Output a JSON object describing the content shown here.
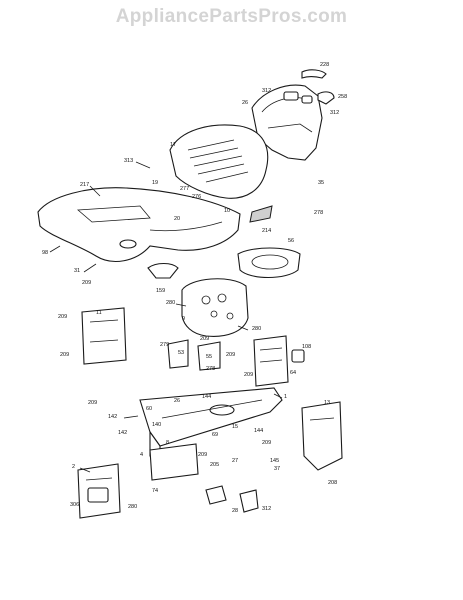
{
  "watermark": "AppliancePartsPros.com",
  "callouts": [
    {
      "id": "c228",
      "text": "228"
    },
    {
      "id": "c312a",
      "text": "312"
    },
    {
      "id": "c26",
      "text": "26"
    },
    {
      "id": "c258",
      "text": "258"
    },
    {
      "id": "c312b",
      "text": "312"
    },
    {
      "id": "c17",
      "text": "17"
    },
    {
      "id": "c313",
      "text": "313"
    },
    {
      "id": "c19",
      "text": "19"
    },
    {
      "id": "c277",
      "text": "277"
    },
    {
      "id": "c276",
      "text": "276"
    },
    {
      "id": "c217",
      "text": "217"
    },
    {
      "id": "c35",
      "text": "35"
    },
    {
      "id": "c278",
      "text": "278"
    },
    {
      "id": "c10",
      "text": "10"
    },
    {
      "id": "c20",
      "text": "20"
    },
    {
      "id": "c214",
      "text": "214"
    },
    {
      "id": "c98",
      "text": "98"
    },
    {
      "id": "c56",
      "text": "56"
    },
    {
      "id": "c31",
      "text": "31"
    },
    {
      "id": "c209a",
      "text": "209"
    },
    {
      "id": "c159",
      "text": "159"
    },
    {
      "id": "c280a",
      "text": "280"
    },
    {
      "id": "c209b",
      "text": "209"
    },
    {
      "id": "c11",
      "text": "11"
    },
    {
      "id": "c9",
      "text": "9"
    },
    {
      "id": "c280b",
      "text": "280"
    },
    {
      "id": "c279",
      "text": "279"
    },
    {
      "id": "c53",
      "text": "53"
    },
    {
      "id": "c209c",
      "text": "209"
    },
    {
      "id": "c55",
      "text": "55"
    },
    {
      "id": "c209d",
      "text": "209"
    },
    {
      "id": "c209e",
      "text": "209"
    },
    {
      "id": "c108",
      "text": "108"
    },
    {
      "id": "c64",
      "text": "64"
    },
    {
      "id": "c278b",
      "text": "278"
    },
    {
      "id": "c209f",
      "text": "209"
    },
    {
      "id": "c1",
      "text": "1"
    },
    {
      "id": "c13",
      "text": "13"
    },
    {
      "id": "c26b",
      "text": "26"
    },
    {
      "id": "c144",
      "text": "144"
    },
    {
      "id": "c209g",
      "text": "209"
    },
    {
      "id": "c60",
      "text": "60"
    },
    {
      "id": "c142a",
      "text": "142"
    },
    {
      "id": "c140",
      "text": "140"
    },
    {
      "id": "c142b",
      "text": "142"
    },
    {
      "id": "c15",
      "text": "15"
    },
    {
      "id": "c69",
      "text": "69"
    },
    {
      "id": "c144b",
      "text": "144"
    },
    {
      "id": "c8",
      "text": "8"
    },
    {
      "id": "c209h",
      "text": "209"
    },
    {
      "id": "c4",
      "text": "4"
    },
    {
      "id": "c209i",
      "text": "209"
    },
    {
      "id": "c205",
      "text": "205"
    },
    {
      "id": "c2",
      "text": "2"
    },
    {
      "id": "c27",
      "text": "27"
    },
    {
      "id": "c145",
      "text": "145"
    },
    {
      "id": "c37",
      "text": "37"
    },
    {
      "id": "c208",
      "text": "208"
    },
    {
      "id": "c306",
      "text": "306"
    },
    {
      "id": "c74",
      "text": "74"
    },
    {
      "id": "c280c",
      "text": "280"
    },
    {
      "id": "c28",
      "text": "28"
    },
    {
      "id": "c312c",
      "text": "312"
    }
  ]
}
